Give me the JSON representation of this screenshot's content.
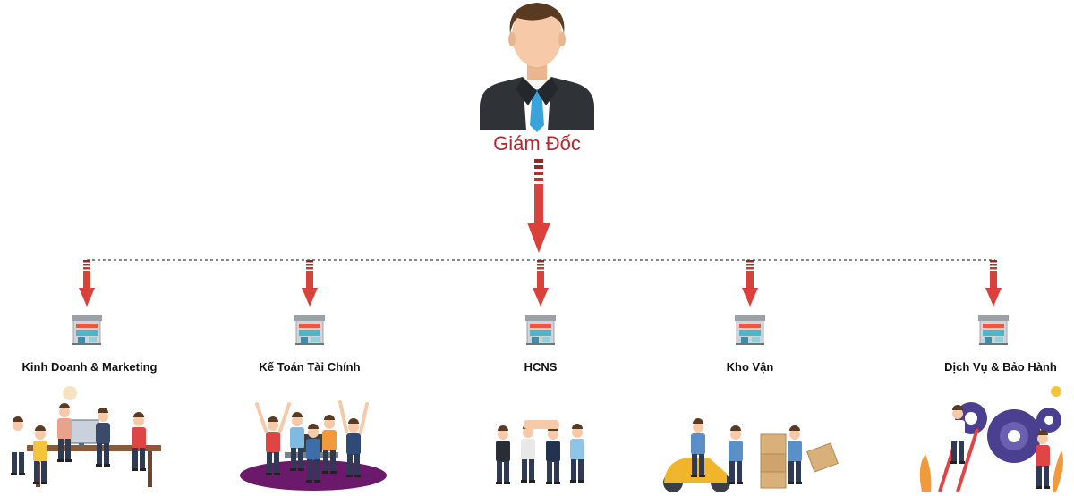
{
  "ceo": {
    "title": "Giám Đốc",
    "icon": "businessman-avatar-icon"
  },
  "departments": [
    {
      "label": "Kinh Doanh & Marketing",
      "icon": "office-building-icon",
      "illustration": "sales-team-meeting-illustration"
    },
    {
      "label": "Kế Toán Tài Chính",
      "icon": "office-building-icon",
      "illustration": "celebrating-accounting-team-illustration"
    },
    {
      "label": "HCNS",
      "icon": "office-building-icon",
      "illustration": "team-handshake-illustration"
    },
    {
      "label": "Kho Vận",
      "icon": "office-building-icon",
      "illustration": "delivery-warehouse-workers-illustration"
    },
    {
      "label": "Dịch Vụ & Bảo Hành",
      "icon": "office-building-icon",
      "illustration": "gears-service-team-illustration"
    }
  ],
  "colors": {
    "arrow": "#d9413a",
    "arrow_dark": "#8e2a2a",
    "title": "#b5262c",
    "connector": "#888888",
    "suit": "#2f3338",
    "skin": "#f6c9a8",
    "hair": "#5a3b22",
    "tie": "#39a4dc"
  }
}
